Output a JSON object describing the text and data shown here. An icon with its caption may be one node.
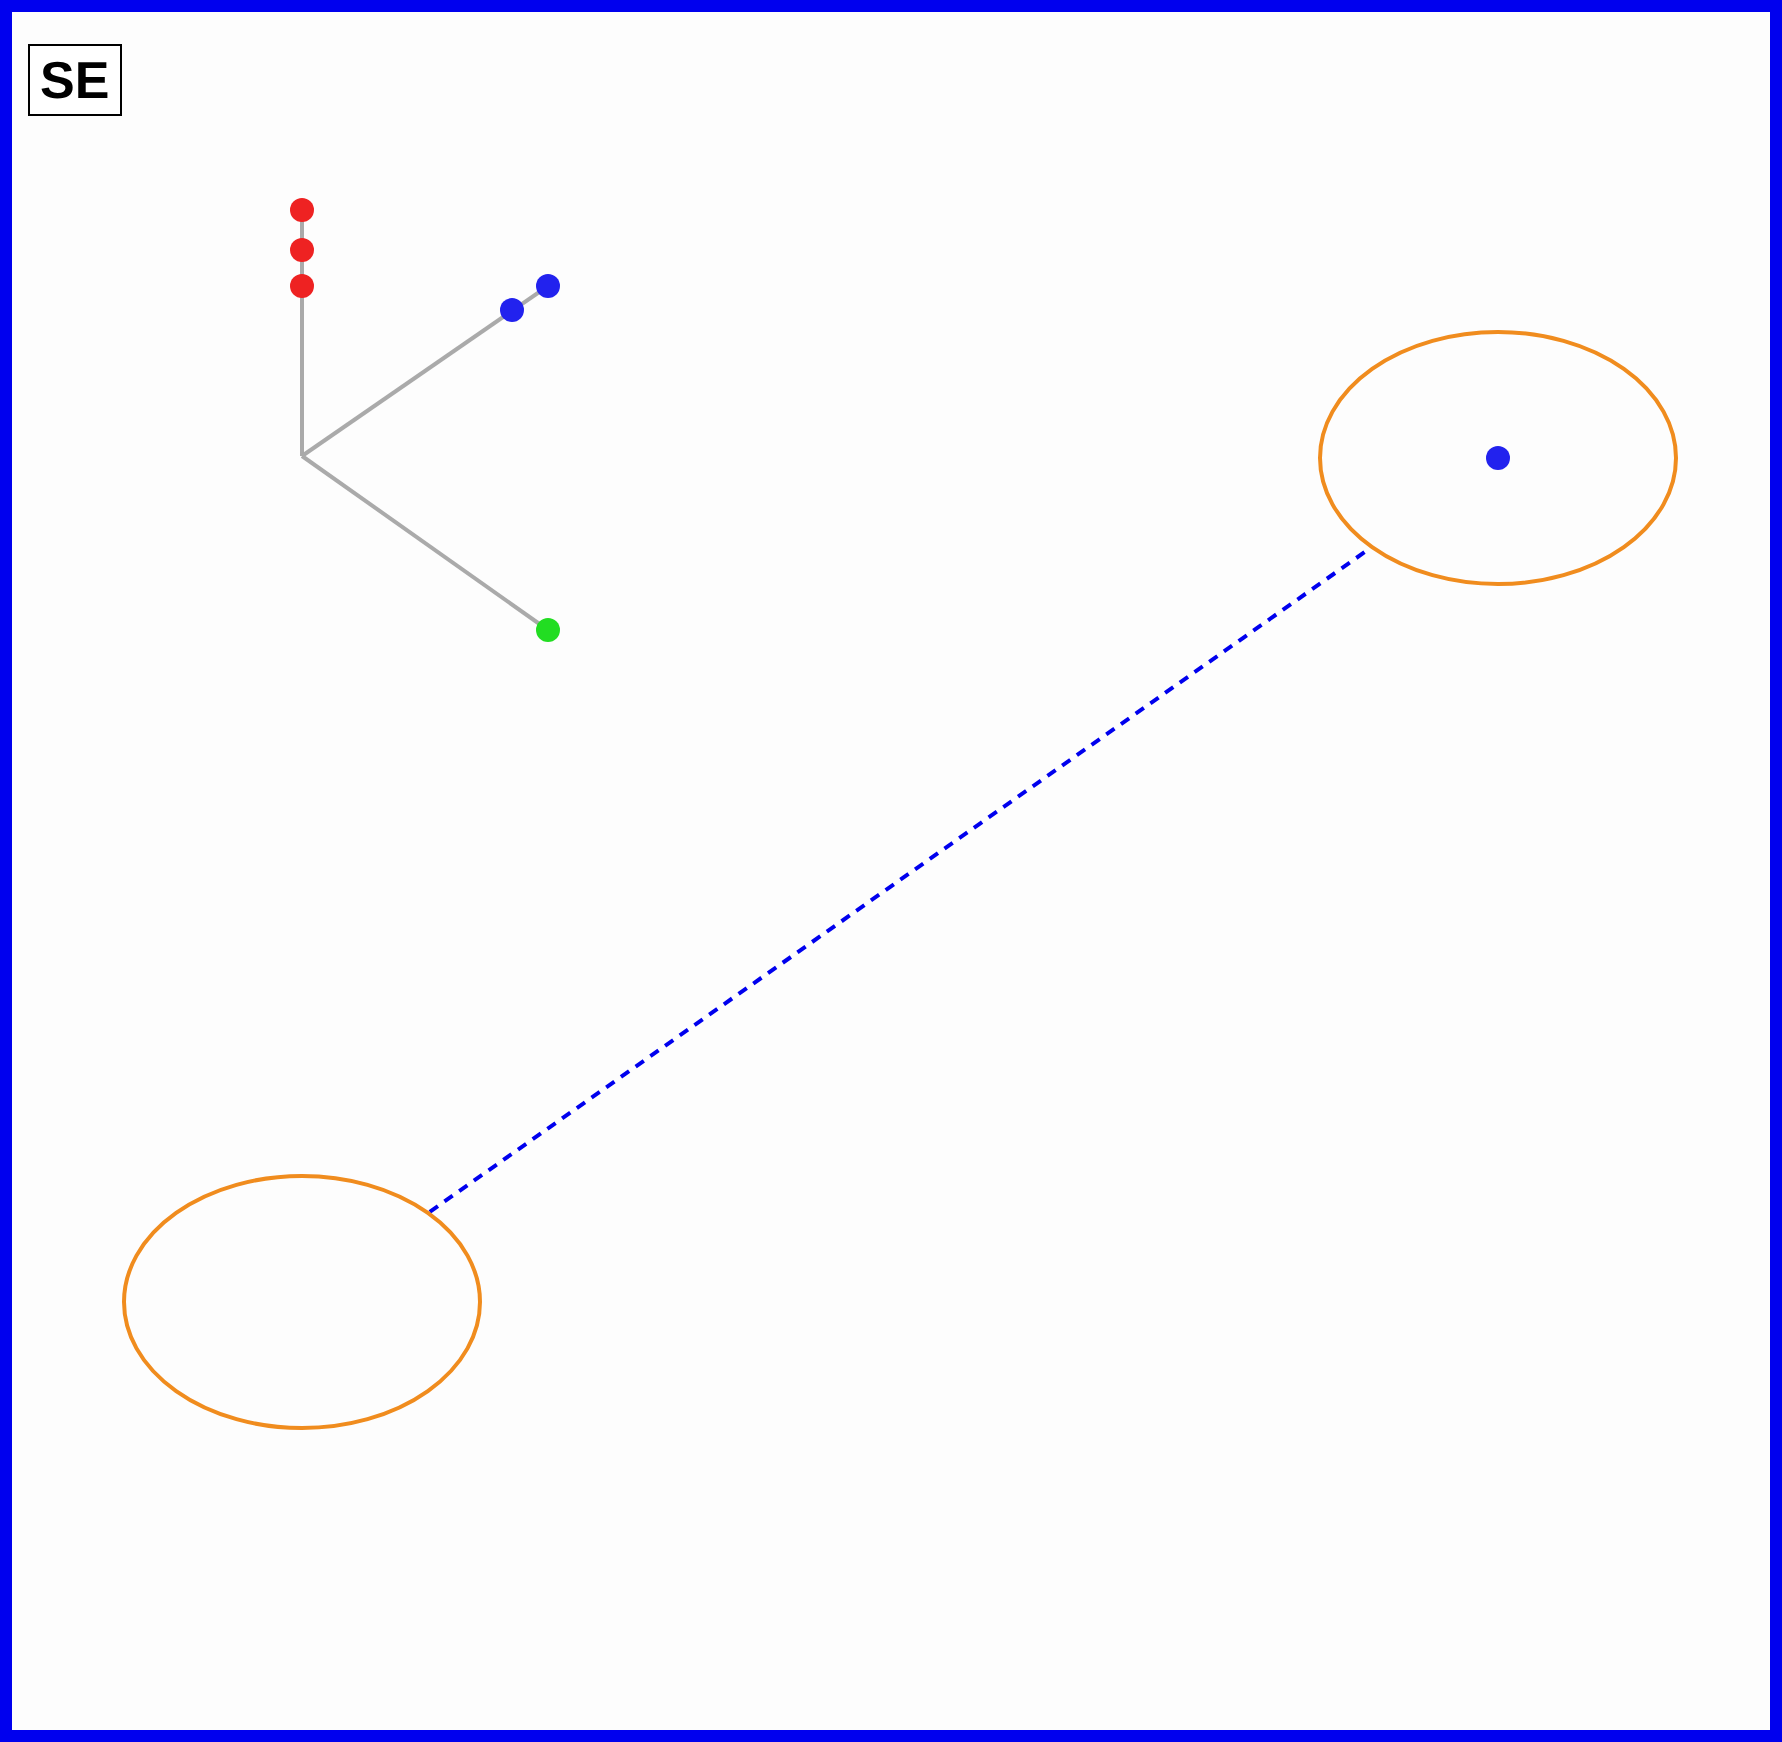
{
  "diagram": {
    "nodes": [
      {
        "text": [],
        "shape": "circle"
      },
      {
        "text": [],
        "shape": "circle"
      }
    ],
    "edges": [
      {
        "from": 0,
        "to": 1,
        "arrow": "none",
        "style": "dashed"
      }
    ],
    "labels": [
      "SE"
    ]
  }
}
